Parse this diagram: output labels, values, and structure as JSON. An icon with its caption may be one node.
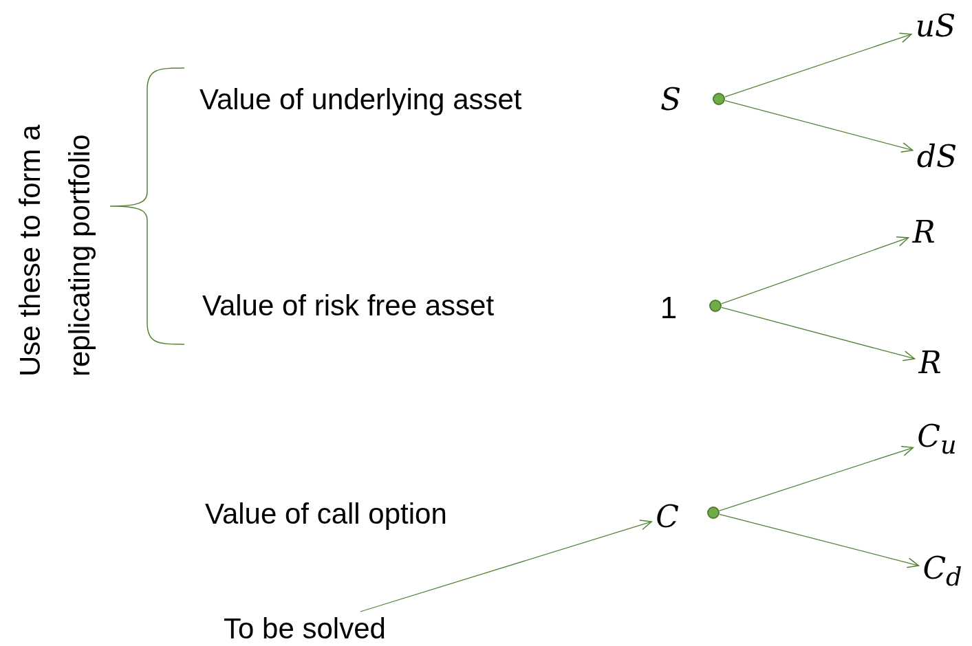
{
  "diagram": {
    "nodes": [
      {
        "text": [
          "uS"
        ]
      },
      {
        "text": [
          "S"
        ]
      },
      {
        "text": [],
        "shape": "circle"
      },
      {
        "text": [
          "dS"
        ]
      },
      {
        "text": [
          "R"
        ]
      },
      {
        "text": [
          "1"
        ]
      },
      {
        "text": [],
        "shape": "circle"
      },
      {
        "text": [
          "R"
        ]
      },
      {
        "text": [
          "C$_{u}$"
        ]
      },
      {
        "text": [
          "C"
        ]
      },
      {
        "text": [],
        "shape": "circle"
      },
      {
        "text": [
          "C$_{d}$"
        ]
      },
      {
        "text": [
          "To be solved"
        ]
      }
    ],
    "edges": [
      {
        "from": 2,
        "to": 0,
        "arrow": "to"
      },
      {
        "from": 2,
        "to": 3,
        "arrow": "to"
      },
      {
        "from": 6,
        "to": 4,
        "arrow": "to"
      },
      {
        "from": 6,
        "to": 7,
        "arrow": "to"
      },
      {
        "from": 10,
        "to": 8,
        "arrow": "to"
      },
      {
        "from": 10,
        "to": 11,
        "arrow": "to"
      },
      {
        "from": 12,
        "to": 9,
        "arrow": "to"
      }
    ],
    "labels": [
      "Use these to form a replicating portfolio",
      "Value of underlying asset",
      "Value of risk free asset",
      "Value of call option"
    ]
  }
}
